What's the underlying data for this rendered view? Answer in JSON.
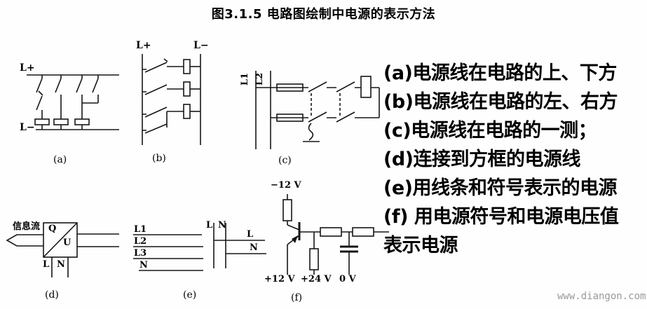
{
  "title": "图3.1.5 电路图绘制中电源的表示方法",
  "watermark": "www.diangon.com",
  "figures": {
    "a": {
      "caption": "(a)",
      "rail_top": "L+",
      "rail_bottom": "L−"
    },
    "b": {
      "caption": "(b)",
      "rail_left": "L+",
      "rail_right": "L−"
    },
    "c": {
      "caption": "(c)",
      "line1": "L1",
      "line2": "L2"
    },
    "d": {
      "caption": "(d)",
      "info_flow": "信息流",
      "box_q": "Q",
      "box_u": "U",
      "term_l": "L",
      "term_n": "N"
    },
    "e": {
      "caption": "(e)",
      "line1": "L1",
      "line2": "L2",
      "line3": "L3",
      "line4": "N",
      "bus_l": "L",
      "bus_n": "N",
      "out_l": "L",
      "out_n": "N"
    },
    "f": {
      "caption": "(f)",
      "v_neg12": "−12 V",
      "v_pos12": "+12 V",
      "v_pos24": "+24 V",
      "v_zero": "0 V"
    }
  },
  "legend": {
    "lines": [
      "(a)电源线在电路的上、下方",
      "(b)电源线在电路的左、右方",
      "(c)电源线在电路的一测；",
      "(d)连接到方框的电源线",
      "(e)用线条和符号表示的电源",
      "(f) 用电源符号和电源电压值",
      "表示电源"
    ]
  }
}
